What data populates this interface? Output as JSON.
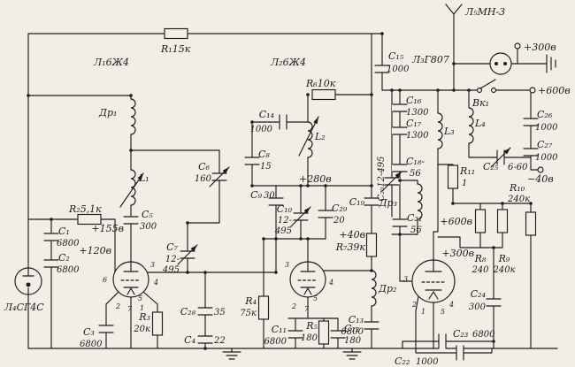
{
  "tubes": {
    "t1": "Л₁6Ж4",
    "t2": "Л₂6Ж4",
    "t3": "Л₃Г807",
    "t4": "Л₄СГ4С",
    "t5": "Л₅МН-3",
    "t1_pins": [
      "6",
      "3",
      "4",
      "5",
      "2",
      "7",
      "1"
    ],
    "t2_pins": [
      "3",
      "4",
      "5",
      "2",
      "7"
    ],
    "t3_pins": [
      "3",
      "2",
      "1",
      "5",
      "4"
    ]
  },
  "resistors": {
    "r1": "R₁15к",
    "r2": "R₂5,1к",
    "r3": "R₃",
    "r3_v": "20к",
    "r4": "R₄",
    "r4_v": "75к",
    "r5": "R₅",
    "r5_v": "180",
    "r6": "R₆10к",
    "r7": "R₇39к",
    "r8": "R₈",
    "r8_v": "240",
    "r9": "R₉",
    "r9_v": "240к",
    "r10": "R₁₀",
    "r10_v": "240к",
    "r11": "R₁₁",
    "r11_v": "1"
  },
  "capacitors": {
    "c1": "С₁",
    "c1_v": "6800",
    "c2": "С₂",
    "c2_v": "6800",
    "c3": "С₃",
    "c3_v": "6800",
    "c4": "С₄",
    "c4_v": "22",
    "c5": "С₅",
    "c5_v": "300",
    "c6": "С₆",
    "c6_v": "160",
    "c7": "С₇",
    "c7_a": "12-",
    "c7_b": "495",
    "c8": "С₈",
    "c8_v": "15",
    "c9": "С₉",
    "c9_v": "30",
    "c10": "С₁₀",
    "c10_a": "12-",
    "c10_b": "495",
    "c11": "С₁₁",
    "c11_v": "6800",
    "c12": "С₁₂",
    "c12_v": "180",
    "c13": "С₁₃",
    "c13_v": "6800",
    "c14": "С₁₄",
    "c14_v": "1000",
    "c15": "С₁₅",
    "c15_v": "1000",
    "c16": "С₁₆",
    "c16_v": "1300",
    "c17": "С₁₇",
    "c17_v": "1300",
    "c18": "С₁₈-",
    "c18_v": "56",
    "c19": "С₁₉",
    "c20": "С₂₀12-495",
    "c21": "С₂₁",
    "c21_v": "56",
    "c22": "С₂₂",
    "c22_v": "1000",
    "c23": "С₂₃",
    "c23_v": "6800",
    "c24": "С₂₄",
    "c24_v": "300",
    "c25": "С₂₅",
    "c25_v": "6-60",
    "c26": "С₂₆",
    "c26_v": "1000",
    "c27": "С₂₇",
    "c27_v": "1000",
    "c28": "С₂₈",
    "c28_v": "35",
    "c29": "С₂₉",
    "c29_v": "20"
  },
  "coils": {
    "l1": "L₁",
    "l2": "L₂",
    "l3": "L₃",
    "l4": "L₄",
    "dr1": "Др₁",
    "dr2": "Др₂",
    "dr3": "Др₃"
  },
  "switch": {
    "vk1": "Вк₁"
  },
  "voltages": {
    "p300_top": "+300в",
    "p600_top": "+600в",
    "m40": "−40в",
    "p600_mid": "+600в",
    "p300_mid": "+300в",
    "p120": "+120в",
    "p155": "+155в",
    "p280": "+280в",
    "p40": "+40в"
  }
}
